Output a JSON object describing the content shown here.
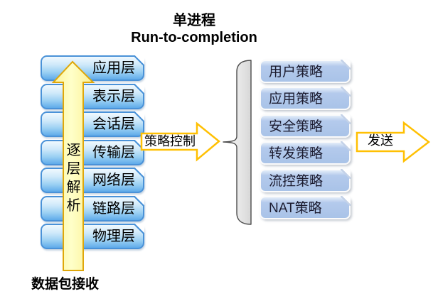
{
  "title": {
    "line1": "单进程",
    "line2": "Run-to-completion"
  },
  "left_stack": {
    "items": [
      "应用层",
      "表示层",
      "会话层",
      "传输层",
      "网络层",
      "链路层",
      "物理层"
    ]
  },
  "up_arrow": {
    "label": "逐层解析"
  },
  "receive_label": "数据包接收",
  "policy_arrow": {
    "label": "策略控制"
  },
  "right_stack": {
    "items": [
      "用户策略",
      "应用策略",
      "安全策略",
      "转发策略",
      "流控策略",
      "NAT策略"
    ]
  },
  "send_arrow": {
    "label": "发送"
  },
  "colors": {
    "left_box_border": "#4a92d8",
    "left_box_fill_bottom": "#5fabea",
    "right_box_fill": "#a9c3e8",
    "gold_arrow_outline": "#ffc003",
    "up_arrow_fill": "#ffffb0",
    "up_arrow_outline": "#dfa70a",
    "brace_fill": "#e3e3e3",
    "text": "#000000"
  }
}
